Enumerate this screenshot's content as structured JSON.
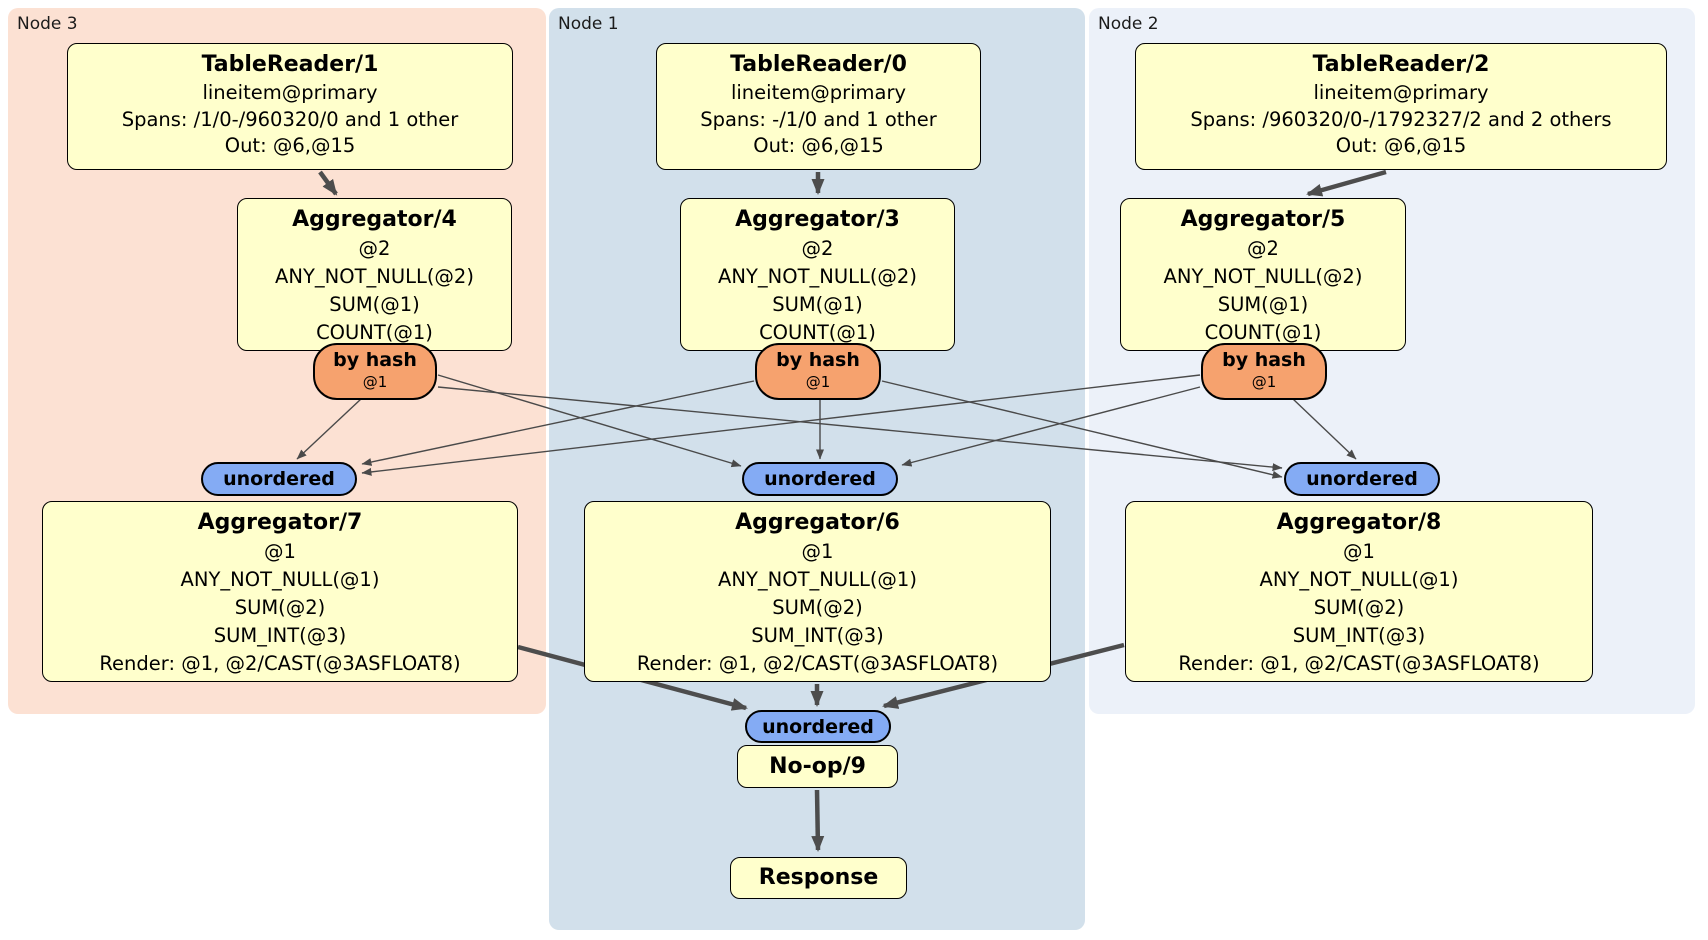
{
  "regions": {
    "node3": {
      "label": "Node 3"
    },
    "node1": {
      "label": "Node 1"
    },
    "node2": {
      "label": "Node 2"
    }
  },
  "boxes": {
    "tr1": {
      "title": "TableReader/1",
      "lines": [
        "lineitem@primary",
        "Spans: /1/0-/960320/0 and 1 other",
        "Out: @6,@15"
      ]
    },
    "tr0": {
      "title": "TableReader/0",
      "lines": [
        "lineitem@primary",
        "Spans: -/1/0 and 1 other",
        "Out: @6,@15"
      ]
    },
    "tr2": {
      "title": "TableReader/2",
      "lines": [
        "lineitem@primary",
        "Spans: /960320/0-/1792327/2 and 2 others",
        "Out: @6,@15"
      ]
    },
    "agg4": {
      "title": "Aggregator/4",
      "lines": [
        "@2",
        "ANY_NOT_NULL(@2)",
        "SUM(@1)",
        "COUNT(@1)"
      ]
    },
    "agg3": {
      "title": "Aggregator/3",
      "lines": [
        "@2",
        "ANY_NOT_NULL(@2)",
        "SUM(@1)",
        "COUNT(@1)"
      ]
    },
    "agg5": {
      "title": "Aggregator/5",
      "lines": [
        "@2",
        "ANY_NOT_NULL(@2)",
        "SUM(@1)",
        "COUNT(@1)"
      ]
    },
    "agg7": {
      "title": "Aggregator/7",
      "lines": [
        "@1",
        "ANY_NOT_NULL(@1)",
        "SUM(@2)",
        "SUM_INT(@3)",
        "Render: @1, @2/CAST(@3ASFLOAT8)"
      ]
    },
    "agg6": {
      "title": "Aggregator/6",
      "lines": [
        "@1",
        "ANY_NOT_NULL(@1)",
        "SUM(@2)",
        "SUM_INT(@3)",
        "Render: @1, @2/CAST(@3ASFLOAT8)"
      ]
    },
    "agg8": {
      "title": "Aggregator/8",
      "lines": [
        "@1",
        "ANY_NOT_NULL(@1)",
        "SUM(@2)",
        "SUM_INT(@3)",
        "Render: @1, @2/CAST(@3ASFLOAT8)"
      ]
    },
    "noop": {
      "title": "No-op/9"
    },
    "response": {
      "title": "Response"
    }
  },
  "routers": {
    "by_hash_label": "by hash",
    "by_hash_sub": "@1",
    "unordered_label": "unordered"
  },
  "colors": {
    "node3_bg": "#fce1d3",
    "node1_bg": "#d2e0eb",
    "node2_bg": "#ecf1f9",
    "box_bg": "#ffffcc",
    "byhash_bg": "#f6a26e",
    "unordered_bg": "#84abf4",
    "edge_thin": "#4a4a4a",
    "edge_thick": "#4d4d4d"
  }
}
